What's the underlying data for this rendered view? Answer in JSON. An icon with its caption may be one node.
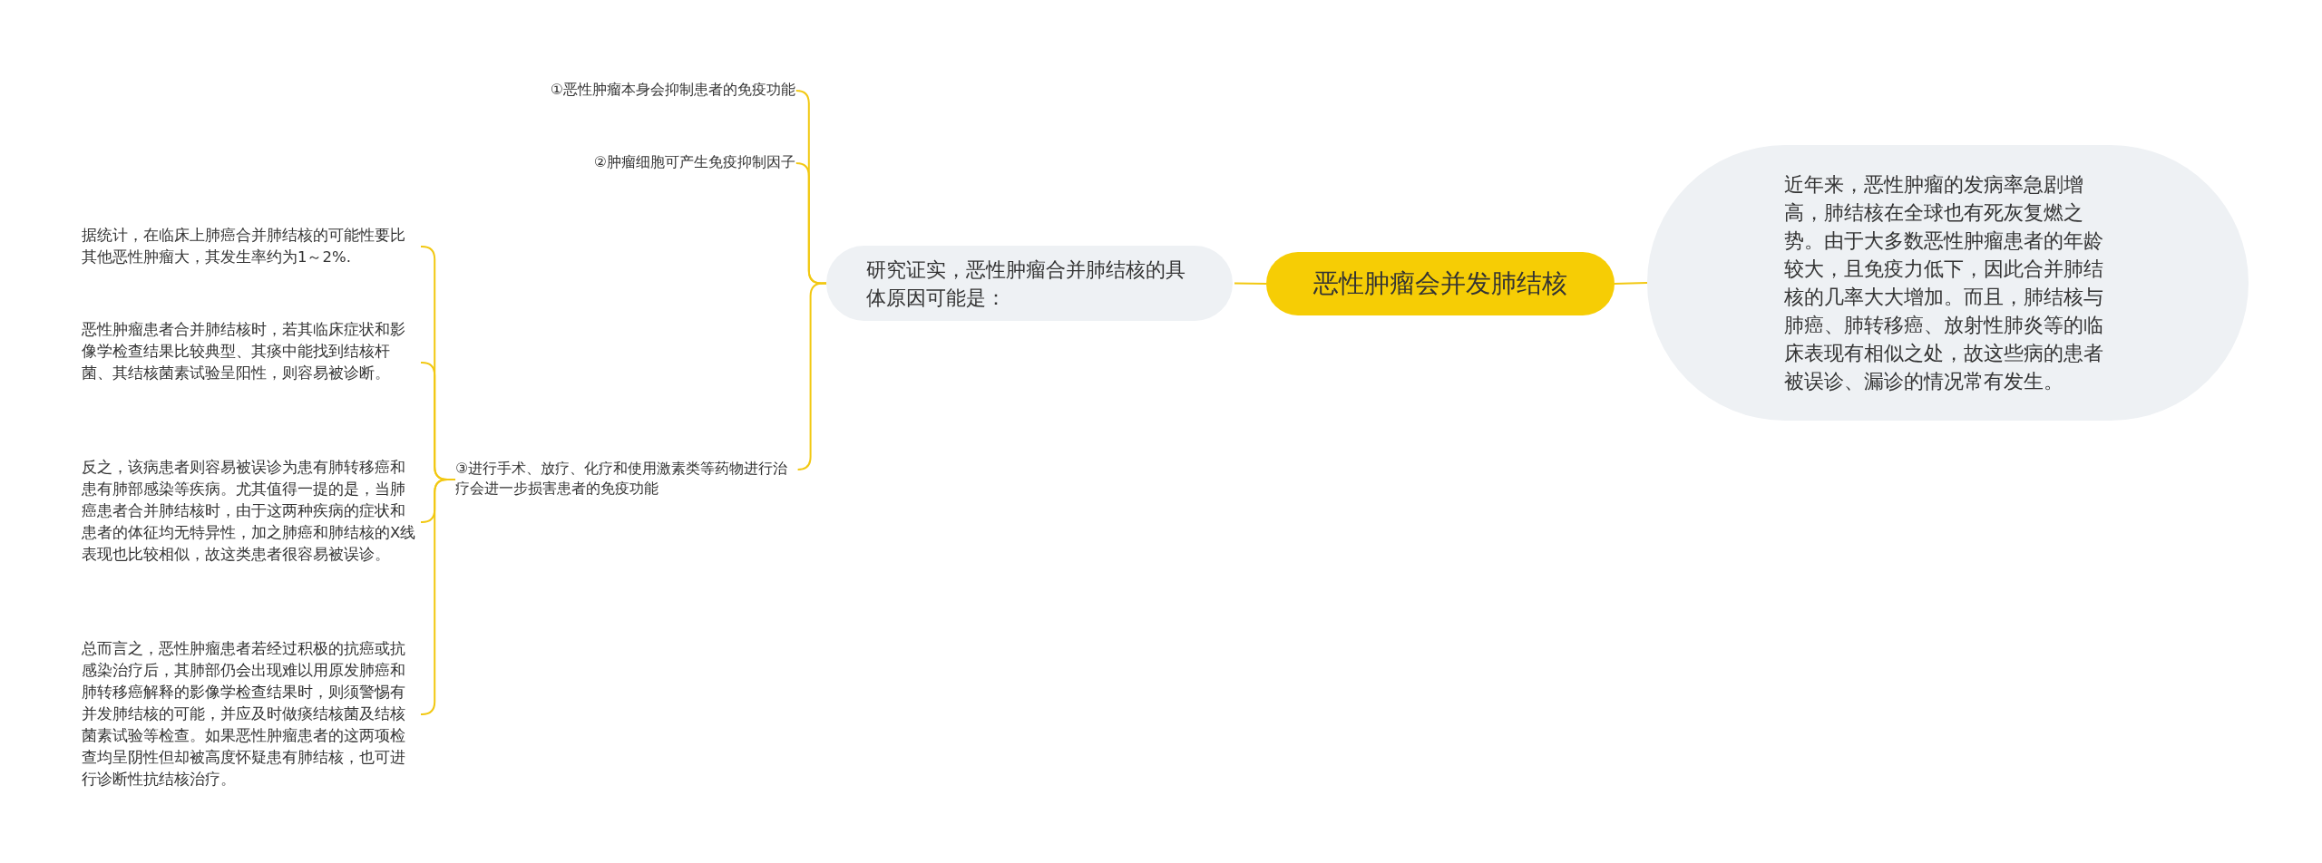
{
  "diagram": {
    "nodes": [
      {
        "text": [
          "恶性肿瘤会并发肺结核"
        ]
      },
      {
        "text": [
          "近年来，恶性肿瘤的发病率急剧增高，肺结核在全球也有死灰复燃之势。由于大多数恶性肿瘤患者的年龄较大，且免疫力低下，因此合并肺结核的几率大大增加。而且，肺结核与肺癌、肺转移癌、放射性肺炎等的临床表现有相似之处，故这些病的患者被误诊、漏诊的情况常有发生。"
        ]
      },
      {
        "text": [
          "研究证实，恶性肿瘤合并肺结核的具体原因可能是："
        ]
      },
      {
        "text": [
          "①恶性肿瘤本身会抑制患者的免疫功能"
        ]
      },
      {
        "text": [
          "②肿瘤细胞可产生免疫抑制因子"
        ]
      },
      {
        "text": [
          "③进行手术、放疗、化疗和使用激素类等药物进行治疗会进一步损害患者的免疫功能"
        ]
      },
      {
        "text": [
          "据统计，在临床上肺癌合并肺结核的可能性要比其他恶性肿瘤大，其发生率约为1～2%."
        ]
      },
      {
        "text": [
          "恶性肿瘤患者合并肺结核时，若其临床症状和影像学检查结果比较典型、其痰中能找到结核杆菌、其结核菌素试验呈阳性，则容易被诊断。"
        ]
      },
      {
        "text": [
          "反之，该病患者则容易被误诊为患有肺转移癌和患有肺部感染等疾病。尤其值得一提的是，当肺癌患者合并肺结核时，由于这两种疾病的症状和患者的体征均无特异性，加之肺癌和肺结核的X线表现也比较相似，故这类患者很容易被误诊。"
        ]
      },
      {
        "text": [
          "总而言之，恶性肿瘤患者若经过积极的抗癌或抗感染治疗后，其肺部仍会出现难以用原发肺癌和肺转移癌解释的影像学检查结果时，则须警惕有并发肺结核的可能，并应及时做痰结核菌及结核菌素试验等检查。如果恶性肿瘤患者的这两项检查均呈阴性但却被高度怀疑患有肺结核，也可进行诊断性抗结核治疗。"
        ]
      }
    ],
    "edges": [
      {
        "from": 0,
        "to": 1,
        "arrow": "none"
      },
      {
        "from": 0,
        "to": 2,
        "arrow": "none"
      },
      {
        "from": 2,
        "to": 3,
        "arrow": "none"
      },
      {
        "from": 2,
        "to": 4,
        "arrow": "none"
      },
      {
        "from": 2,
        "to": 5,
        "arrow": "none"
      },
      {
        "from": 5,
        "to": 6,
        "arrow": "none"
      },
      {
        "from": 5,
        "to": 7,
        "arrow": "none"
      },
      {
        "from": 5,
        "to": 8,
        "arrow": "none"
      },
      {
        "from": 5,
        "to": 9,
        "arrow": "none"
      }
    ]
  }
}
